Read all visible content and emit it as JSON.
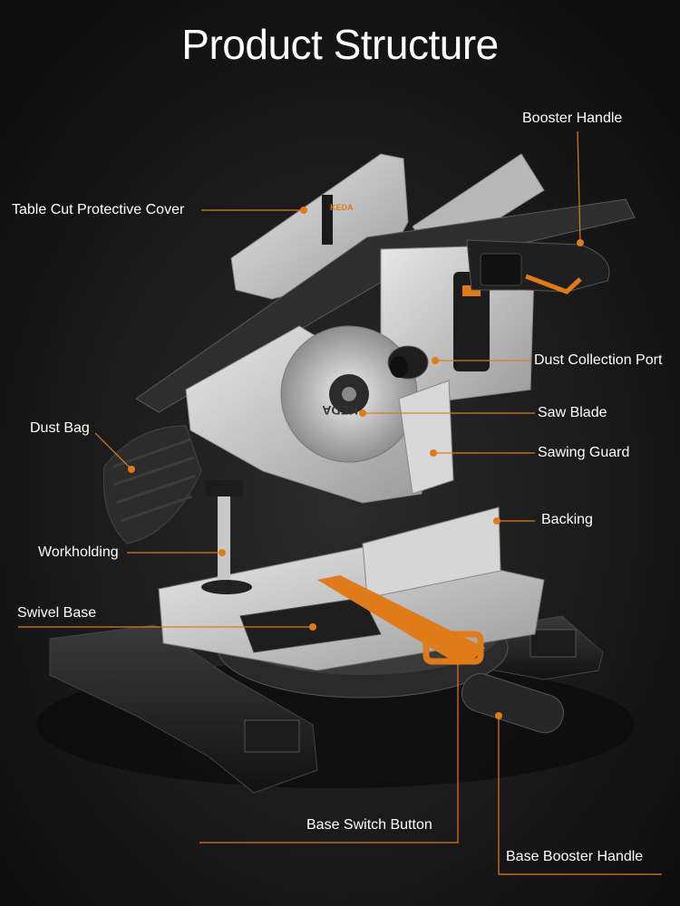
{
  "title": "Product Structure",
  "brand": "KEDA",
  "accent_color": "#e07b1a",
  "labels": {
    "booster_handle": "Booster Handle",
    "table_cut_cover": "Table Cut Protective Cover",
    "dust_collection_port": "Dust Collection Port",
    "saw_blade": "Saw Blade",
    "dust_bag": "Dust Bag",
    "sawing_guard": "Sawing Guard",
    "backing": "Backing",
    "workholding": "Workholding",
    "swivel_base": "Swivel Base",
    "base_switch_button": "Base Switch Button",
    "base_booster_handle": "Base Booster Handle"
  }
}
